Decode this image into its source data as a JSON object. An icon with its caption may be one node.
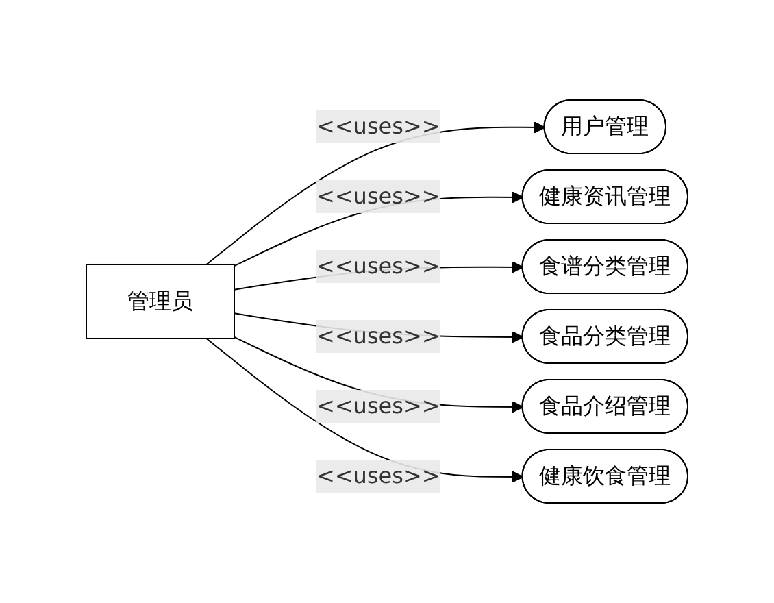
{
  "diagram": {
    "nodes": [
      {
        "text": [
          "管理员"
        ]
      },
      {
        "text": [
          "用户管理"
        ]
      },
      {
        "text": [
          "健康资讯管理"
        ]
      },
      {
        "text": [
          "食谱分类管理"
        ]
      },
      {
        "text": [
          "食品分类管理"
        ]
      },
      {
        "text": [
          "食品介绍管理"
        ]
      },
      {
        "text": [
          "健康饮食管理"
        ]
      }
    ],
    "edges": [
      {
        "from": 0,
        "to": 1,
        "arrow": "to",
        "label": "<<uses>>"
      },
      {
        "from": 0,
        "to": 2,
        "arrow": "to",
        "label": "<<uses>>"
      },
      {
        "from": 0,
        "to": 3,
        "arrow": "to",
        "label": "<<uses>>"
      },
      {
        "from": 0,
        "to": 4,
        "arrow": "to",
        "label": "<<uses>>"
      },
      {
        "from": 0,
        "to": 5,
        "arrow": "to",
        "label": "<<uses>>"
      },
      {
        "from": 0,
        "to": 6,
        "arrow": "to",
        "label": "<<uses>>"
      }
    ]
  }
}
